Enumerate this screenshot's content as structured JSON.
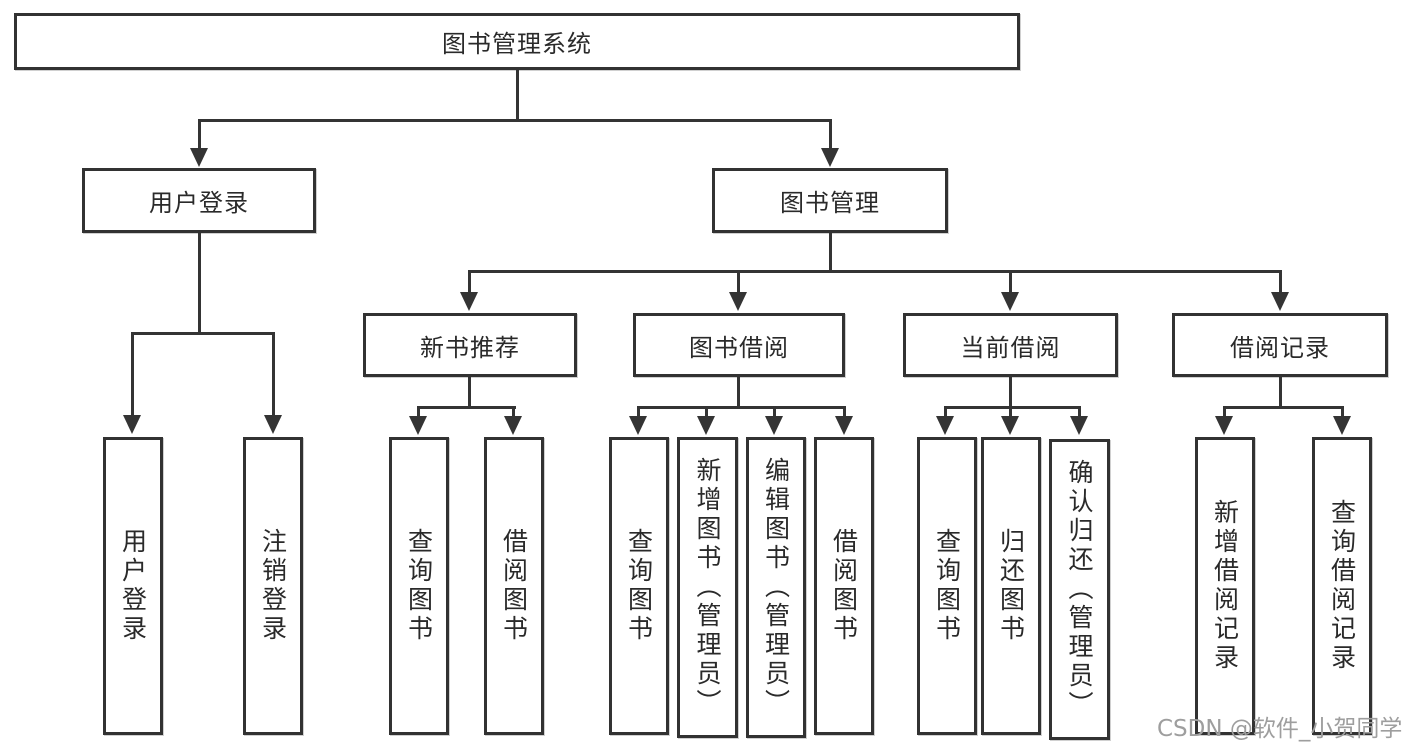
{
  "diagram": {
    "root": {
      "label": "图书管理系统"
    },
    "level2": [
      {
        "label": "用户登录"
      },
      {
        "label": "图书管理"
      }
    ],
    "level3": [
      {
        "label": "新书推荐"
      },
      {
        "label": "图书借阅"
      },
      {
        "label": "当前借阅"
      },
      {
        "label": "借阅记录"
      }
    ],
    "leaves": [
      {
        "label": "用户登录"
      },
      {
        "label": "注销登录"
      },
      {
        "label": "查询图书"
      },
      {
        "label": "借阅图书"
      },
      {
        "label": "查询图书"
      },
      {
        "label": "新增图书（管理员）"
      },
      {
        "label": "编辑图书（管理员）"
      },
      {
        "label": "借阅图书"
      },
      {
        "label": "查询图书"
      },
      {
        "label": "归还图书"
      },
      {
        "label": "确认归还（管理员）"
      },
      {
        "label": "新增借阅记录"
      },
      {
        "label": "查询借阅记录"
      }
    ]
  },
  "watermark": {
    "text": "CSDN @软件_小贺同学"
  },
  "colors": {
    "line": "#343434",
    "box_border": "#323232",
    "text": "#2a2a2a",
    "watermark": "#9e9e9e",
    "background": "#ffffff"
  }
}
